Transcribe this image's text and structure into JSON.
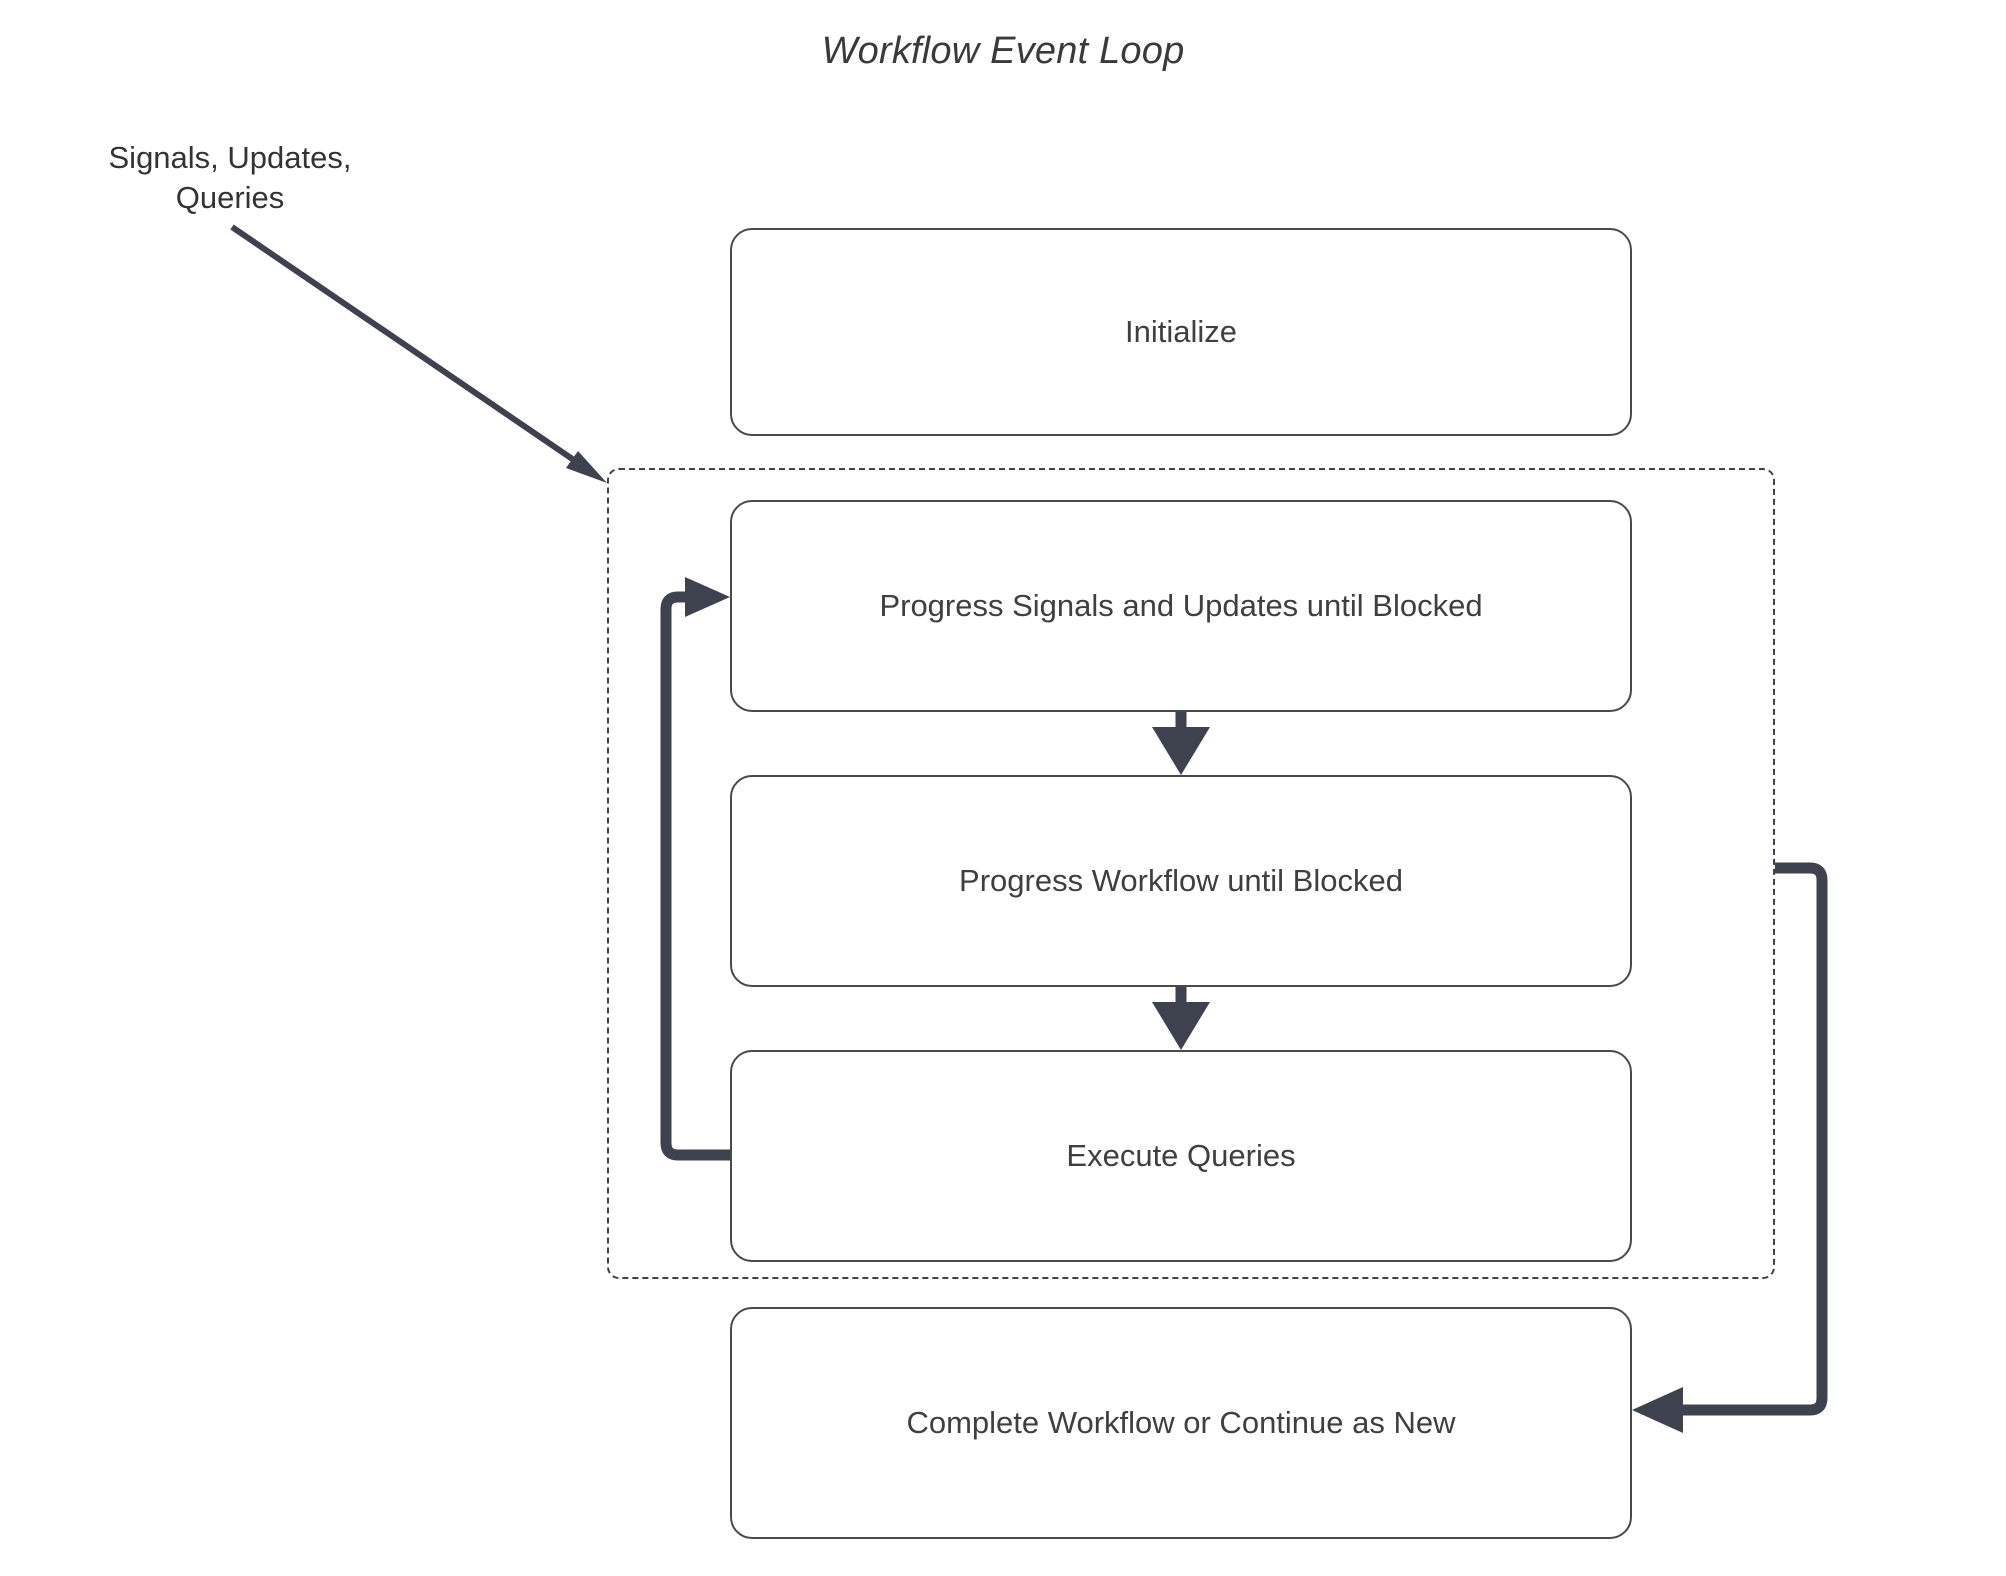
{
  "diagram": {
    "title": "Workflow Event Loop",
    "type": "flowchart",
    "background_color": "#ffffff",
    "accent_color": "#3d424e",
    "node_border_color": "#4a4a4a",
    "text_color": "#3f3f3f",
    "external_label": "Signals, Updates,\nQueries",
    "nodes": [
      {
        "id": "initialize",
        "label": "Initialize"
      },
      {
        "id": "progress-signals",
        "label": "Progress Signals and Updates until Blocked"
      },
      {
        "id": "progress-workflow",
        "label": "Progress Workflow until Blocked"
      },
      {
        "id": "execute-queries",
        "label": "Execute Queries"
      },
      {
        "id": "complete",
        "label": "Complete Workflow or Continue as New"
      }
    ],
    "loop_group": {
      "id": "event-loop-group",
      "border_style": "dashed",
      "members": [
        "progress-signals",
        "progress-workflow",
        "execute-queries"
      ]
    },
    "edges": [
      {
        "id": "external-to-loop",
        "from": "external-label",
        "to": "event-loop-group",
        "style": "diagonal-arrow"
      },
      {
        "id": "signals-to-workflow",
        "from": "progress-signals",
        "to": "progress-workflow",
        "style": "down-arrow"
      },
      {
        "id": "workflow-to-queries",
        "from": "progress-workflow",
        "to": "execute-queries",
        "style": "down-arrow"
      },
      {
        "id": "queries-loopback",
        "from": "execute-queries",
        "to": "progress-signals",
        "style": "left-loopback-arrow"
      },
      {
        "id": "loop-to-complete",
        "from": "event-loop-group",
        "to": "complete",
        "style": "right-return-arrow"
      }
    ]
  }
}
